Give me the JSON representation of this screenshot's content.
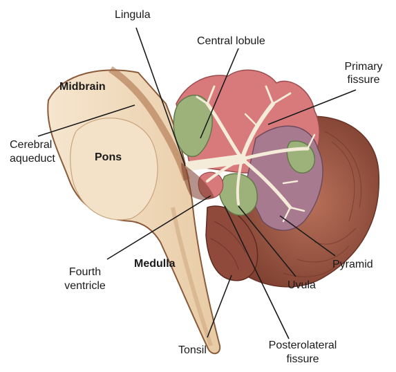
{
  "labels": {
    "lingula": "Lingula",
    "central_lobule": "Central lobule",
    "primary_fissure_1": "Primary",
    "primary_fissure_2": "fissure",
    "midbrain": "Midbrain",
    "cerebral_aqueduct_1": "Cerebral",
    "cerebral_aqueduct_2": "aqueduct",
    "pons": "Pons",
    "fourth_ventricle_1": "Fourth",
    "fourth_ventricle_2": "ventricle",
    "medulla": "Medulla",
    "pyramid": "Pyramid",
    "uvula": "Uvula",
    "tonsil": "Tonsil",
    "posterolateral_fissure_1": "Posterolateral",
    "posterolateral_fissure_2": "fissure"
  },
  "colors": {
    "brainstem": "#f1dcc0",
    "brainstem_edge": "#8a5a3a",
    "cerebellum_outer": "#9c5a45",
    "anterior_lobe": "#d87a7c",
    "folia_green": "#9db27a",
    "folia_purple": "#a87a90",
    "white_matter": "#f4ecd8",
    "leader_line": "#1a1a1a"
  }
}
